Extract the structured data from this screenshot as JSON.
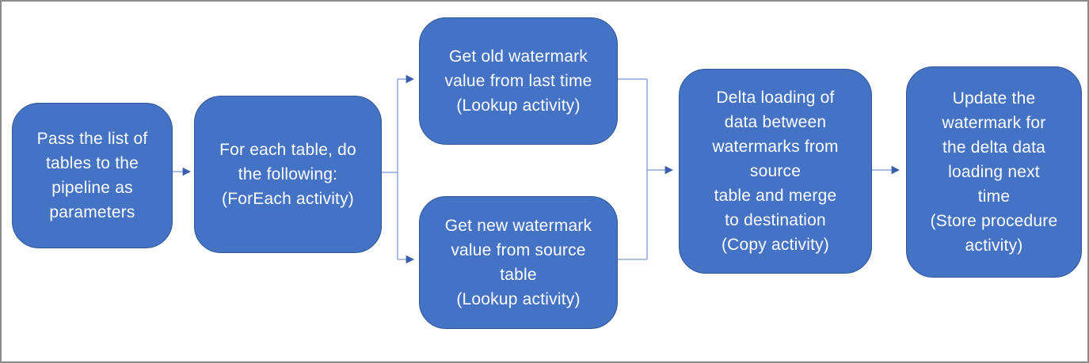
{
  "colors": {
    "background": "#ffffff",
    "frame_border": "#8c8c8c",
    "node_fill": "#4472c4",
    "node_border": "#2f5597",
    "node_text": "#ffffff",
    "connector_line": "#8faadc",
    "connector_arrow": "#3b5eac"
  },
  "diagram": {
    "type": "flowchart",
    "nodes": [
      {
        "id": "pass-tables",
        "text": "Pass the list of\ntables to the\npipeline as\nparameters"
      },
      {
        "id": "foreach",
        "text": "For each table, do\nthe following:\n(ForEach activity)"
      },
      {
        "id": "old-watermark",
        "text": "Get old watermark\nvalue from last time\n(Lookup activity)"
      },
      {
        "id": "new-watermark",
        "text": "Get new watermark\nvalue from source\ntable\n(Lookup activity)"
      },
      {
        "id": "delta-loading",
        "text": "Delta loading of\ndata between\nwatermarks from\nsource\ntable and merge\nto destination\n(Copy activity)"
      },
      {
        "id": "update-watermark",
        "text": "Update the\nwatermark for\nthe delta data\nloading next\ntime\n(Store procedure\nactivity)"
      }
    ],
    "edges": [
      {
        "from": "pass-tables",
        "to": "foreach"
      },
      {
        "from": "foreach",
        "to": "old-watermark"
      },
      {
        "from": "foreach",
        "to": "new-watermark"
      },
      {
        "from": "old-watermark",
        "to": "delta-loading"
      },
      {
        "from": "new-watermark",
        "to": "delta-loading"
      },
      {
        "from": "delta-loading",
        "to": "update-watermark"
      }
    ]
  }
}
